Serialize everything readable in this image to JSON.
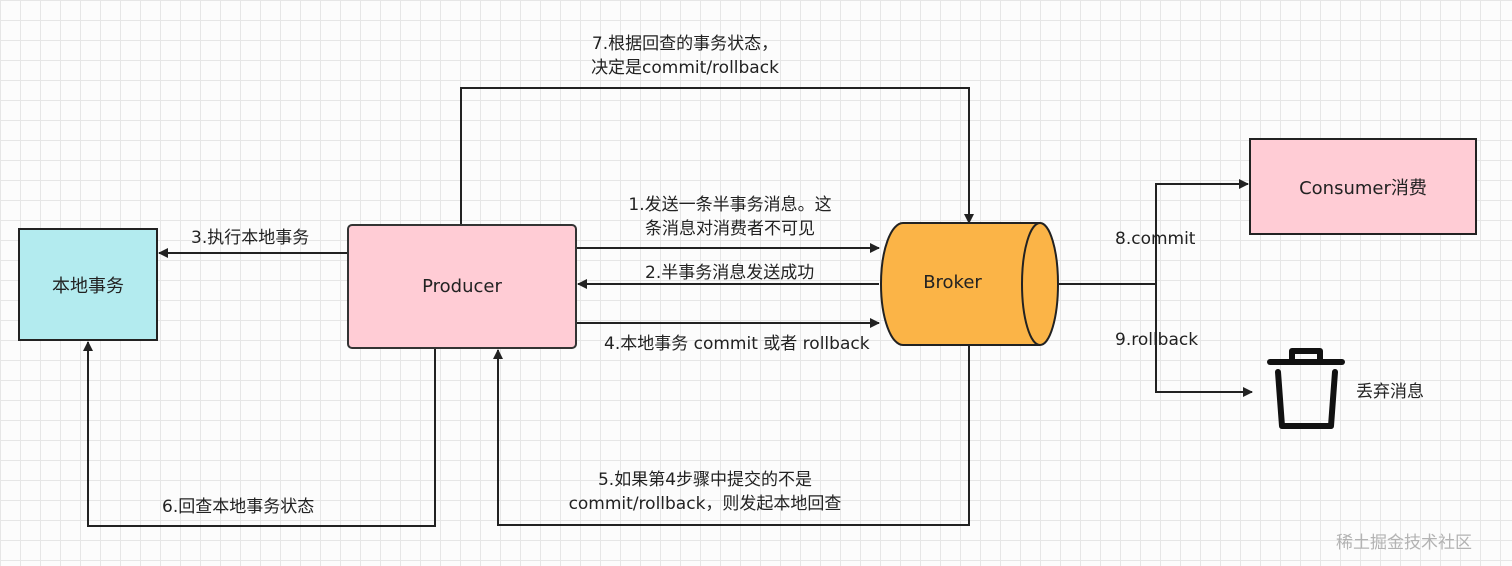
{
  "nodes": {
    "local_tx": "本地事务",
    "producer": "Producer",
    "broker": "Broker",
    "consumer": "Consumer消费",
    "discard": "丢弃消息"
  },
  "edges": {
    "step1_line1": "1.发送一条半事务消息。这",
    "step1_line2": "条消息对消费者不可见",
    "step2": "2.半事务消息发送成功",
    "step3": "3.执行本地事务",
    "step4": "4.本地事务 commit 或者 rollback",
    "step5_line1": "5.如果第4步骤中提交的不是",
    "step5_line2": "commit/rollback，则发起本地回查",
    "step6": "6.回查本地事务状态",
    "step7_line1": "7.根据回查的事务状态，",
    "step7_line2": "决定是commit/rollback",
    "step8": "8.commit",
    "step9": "9.rollback"
  },
  "icons": {
    "discard": "trash-icon"
  },
  "colors": {
    "local_fill": "#b3ebef",
    "producer_fill": "#ffccd5",
    "broker_fill": "#fbb447",
    "consumer_fill": "#ffccd5"
  },
  "watermark": "稀土掘金技术社区"
}
